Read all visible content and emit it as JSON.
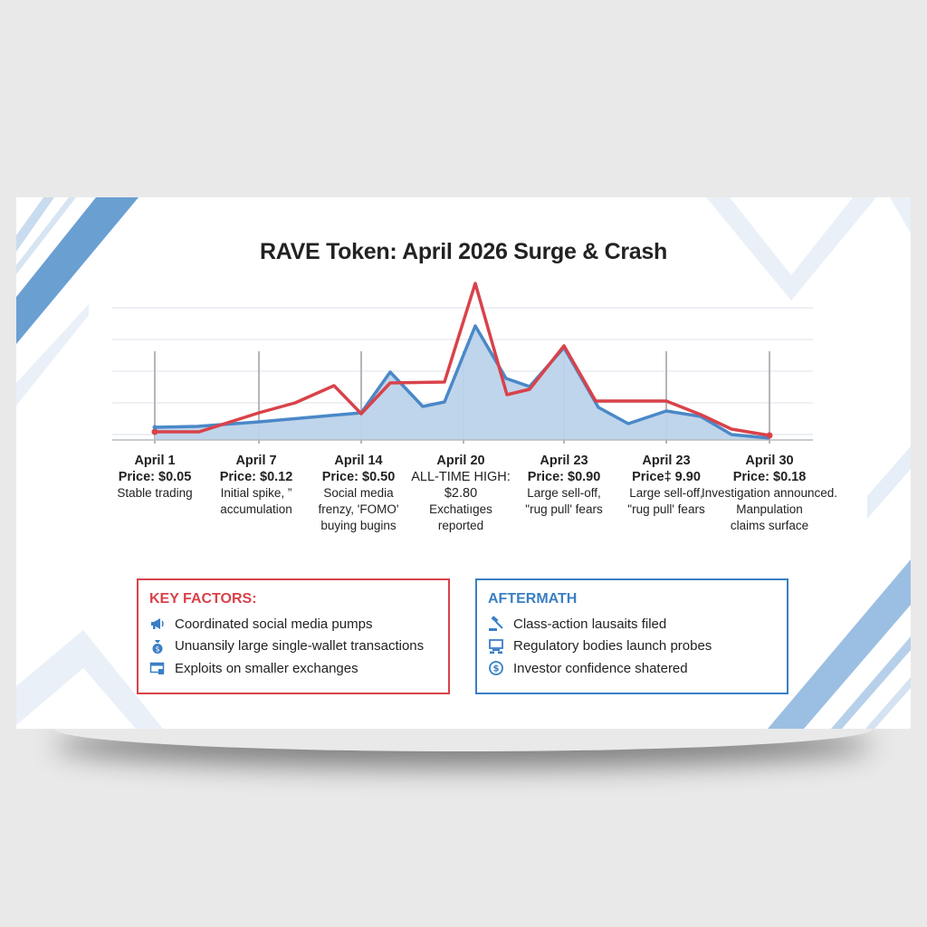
{
  "title": "RAVE Token: April 2026 Surge & Crash",
  "colors": {
    "red_line": "#d9424a",
    "blue_line": "#4a88c8",
    "blue_fill": "#bcd3ea",
    "key_factors_accent": "#d9424a",
    "aftermath_accent": "#3a7fc4",
    "background": "#e9e9e9",
    "card": "#ffffff"
  },
  "chart_data": {
    "type": "line",
    "title": "RAVE Token: April 2026 Surge & Crash",
    "xlabel": "",
    "ylabel": "",
    "grid": true,
    "ylim": [
      0,
      3.2
    ],
    "note": "No numeric y-axis tick labels shown; values estimated relative to annotated prices (April 20 all-time high $2.80).",
    "categories": [
      "April 1",
      "April 7",
      "April 14",
      "April 20",
      "April 23",
      "April 23",
      "April 30"
    ],
    "series": [
      {
        "name": "Blue (filled area)",
        "color": "#4a88c8",
        "x": [
          1,
          2.3,
          7,
          10.5,
          14,
          15.5,
          17.5,
          19.5,
          20,
          22,
          23,
          25,
          27,
          29,
          30
        ],
        "values": [
          0.05,
          0.07,
          0.2,
          0.32,
          0.42,
          1.6,
          0.58,
          0.75,
          2.6,
          1.3,
          1.1,
          2.1,
          0.7,
          0.45,
          0.07
        ]
      },
      {
        "name": "Red",
        "color": "#d9424a",
        "x": [
          1,
          2.3,
          7,
          9,
          12,
          14,
          15.5,
          19,
          20,
          22,
          23,
          24.5,
          27,
          30
        ],
        "values": [
          0.0,
          0.0,
          0.42,
          0.58,
          0.95,
          0.42,
          1.2,
          1.3,
          3.2,
          1.0,
          1.15,
          2.2,
          0.92,
          0.05
        ]
      }
    ],
    "annotations": [
      {
        "date": "April 1",
        "price": "Price: $0.05",
        "note": "Stable trading"
      },
      {
        "date": "April 7",
        "price": "Price: $0.12",
        "note": "Initial spike, \" accumulation"
      },
      {
        "date": "April 14",
        "price": "Price: $0.50",
        "note": "Social media frenzy, 'FOMO' buying bugins"
      },
      {
        "date": "April 20",
        "price": "ALL-TIME HIGH: $2.80",
        "note": "Exchatiıges reported"
      },
      {
        "date": "April 23",
        "price": "Price: $0.90",
        "note": "Large sell-off, \"rug pull' fears"
      },
      {
        "date": "April 23",
        "price": "Price: $.9.90",
        "note": "Large sell-off, \"rug pull' fears"
      },
      {
        "date": "April 30",
        "price": "Price: $0.18",
        "note": "Investigation announced. Manpulation claims surface"
      }
    ]
  },
  "timeline": [
    {
      "date": "April 1",
      "price": "Price: $0.05",
      "desc": [
        "Stable trading"
      ]
    },
    {
      "date": "April 7",
      "price": "Price: $0.12",
      "desc": [
        "Initial spike, ”",
        "accumulation"
      ]
    },
    {
      "date": "April 14",
      "price": "Price: $0.50",
      "desc": [
        "Social media",
        "frenzy, 'FOMO'",
        "buying bugins"
      ]
    },
    {
      "date": "April 20",
      "price": "ALL-TIME HIGH:",
      "price2": "$2.80",
      "desc": [
        "Exchatiıges",
        "reported"
      ]
    },
    {
      "date": "April 23",
      "price": "Price: $0.90",
      "desc": [
        "Large sell-off,",
        "\"rug pull' fears"
      ]
    },
    {
      "date": "April 23",
      "price": "Price‡ 9.90",
      "desc": [
        "Large sell-off,",
        "\"rug pull' fears"
      ]
    },
    {
      "date": "April 30",
      "price": "Price: $0.18",
      "desc": [
        "Investigation announced.",
        "Manpulation",
        "claims surface"
      ]
    }
  ],
  "key_factors": {
    "heading": "KEY FACTORS:",
    "items": [
      {
        "icon": "megaphone-icon",
        "text": "Coordinated social media pumps"
      },
      {
        "icon": "money-bag-icon",
        "text": "Unuansily large single-wallet transactions"
      },
      {
        "icon": "exchange-window-icon",
        "text": "Exploits on smaller exchanges"
      }
    ]
  },
  "aftermath": {
    "heading": "AFTERMATH",
    "items": [
      {
        "icon": "gavel-icon",
        "text": "Class-action lausaits filed"
      },
      {
        "icon": "regulator-computer-icon",
        "text": "Regulatory bodies launch probes"
      },
      {
        "icon": "dollar-coin-icon",
        "text": "Investor confidence shatered"
      }
    ]
  }
}
